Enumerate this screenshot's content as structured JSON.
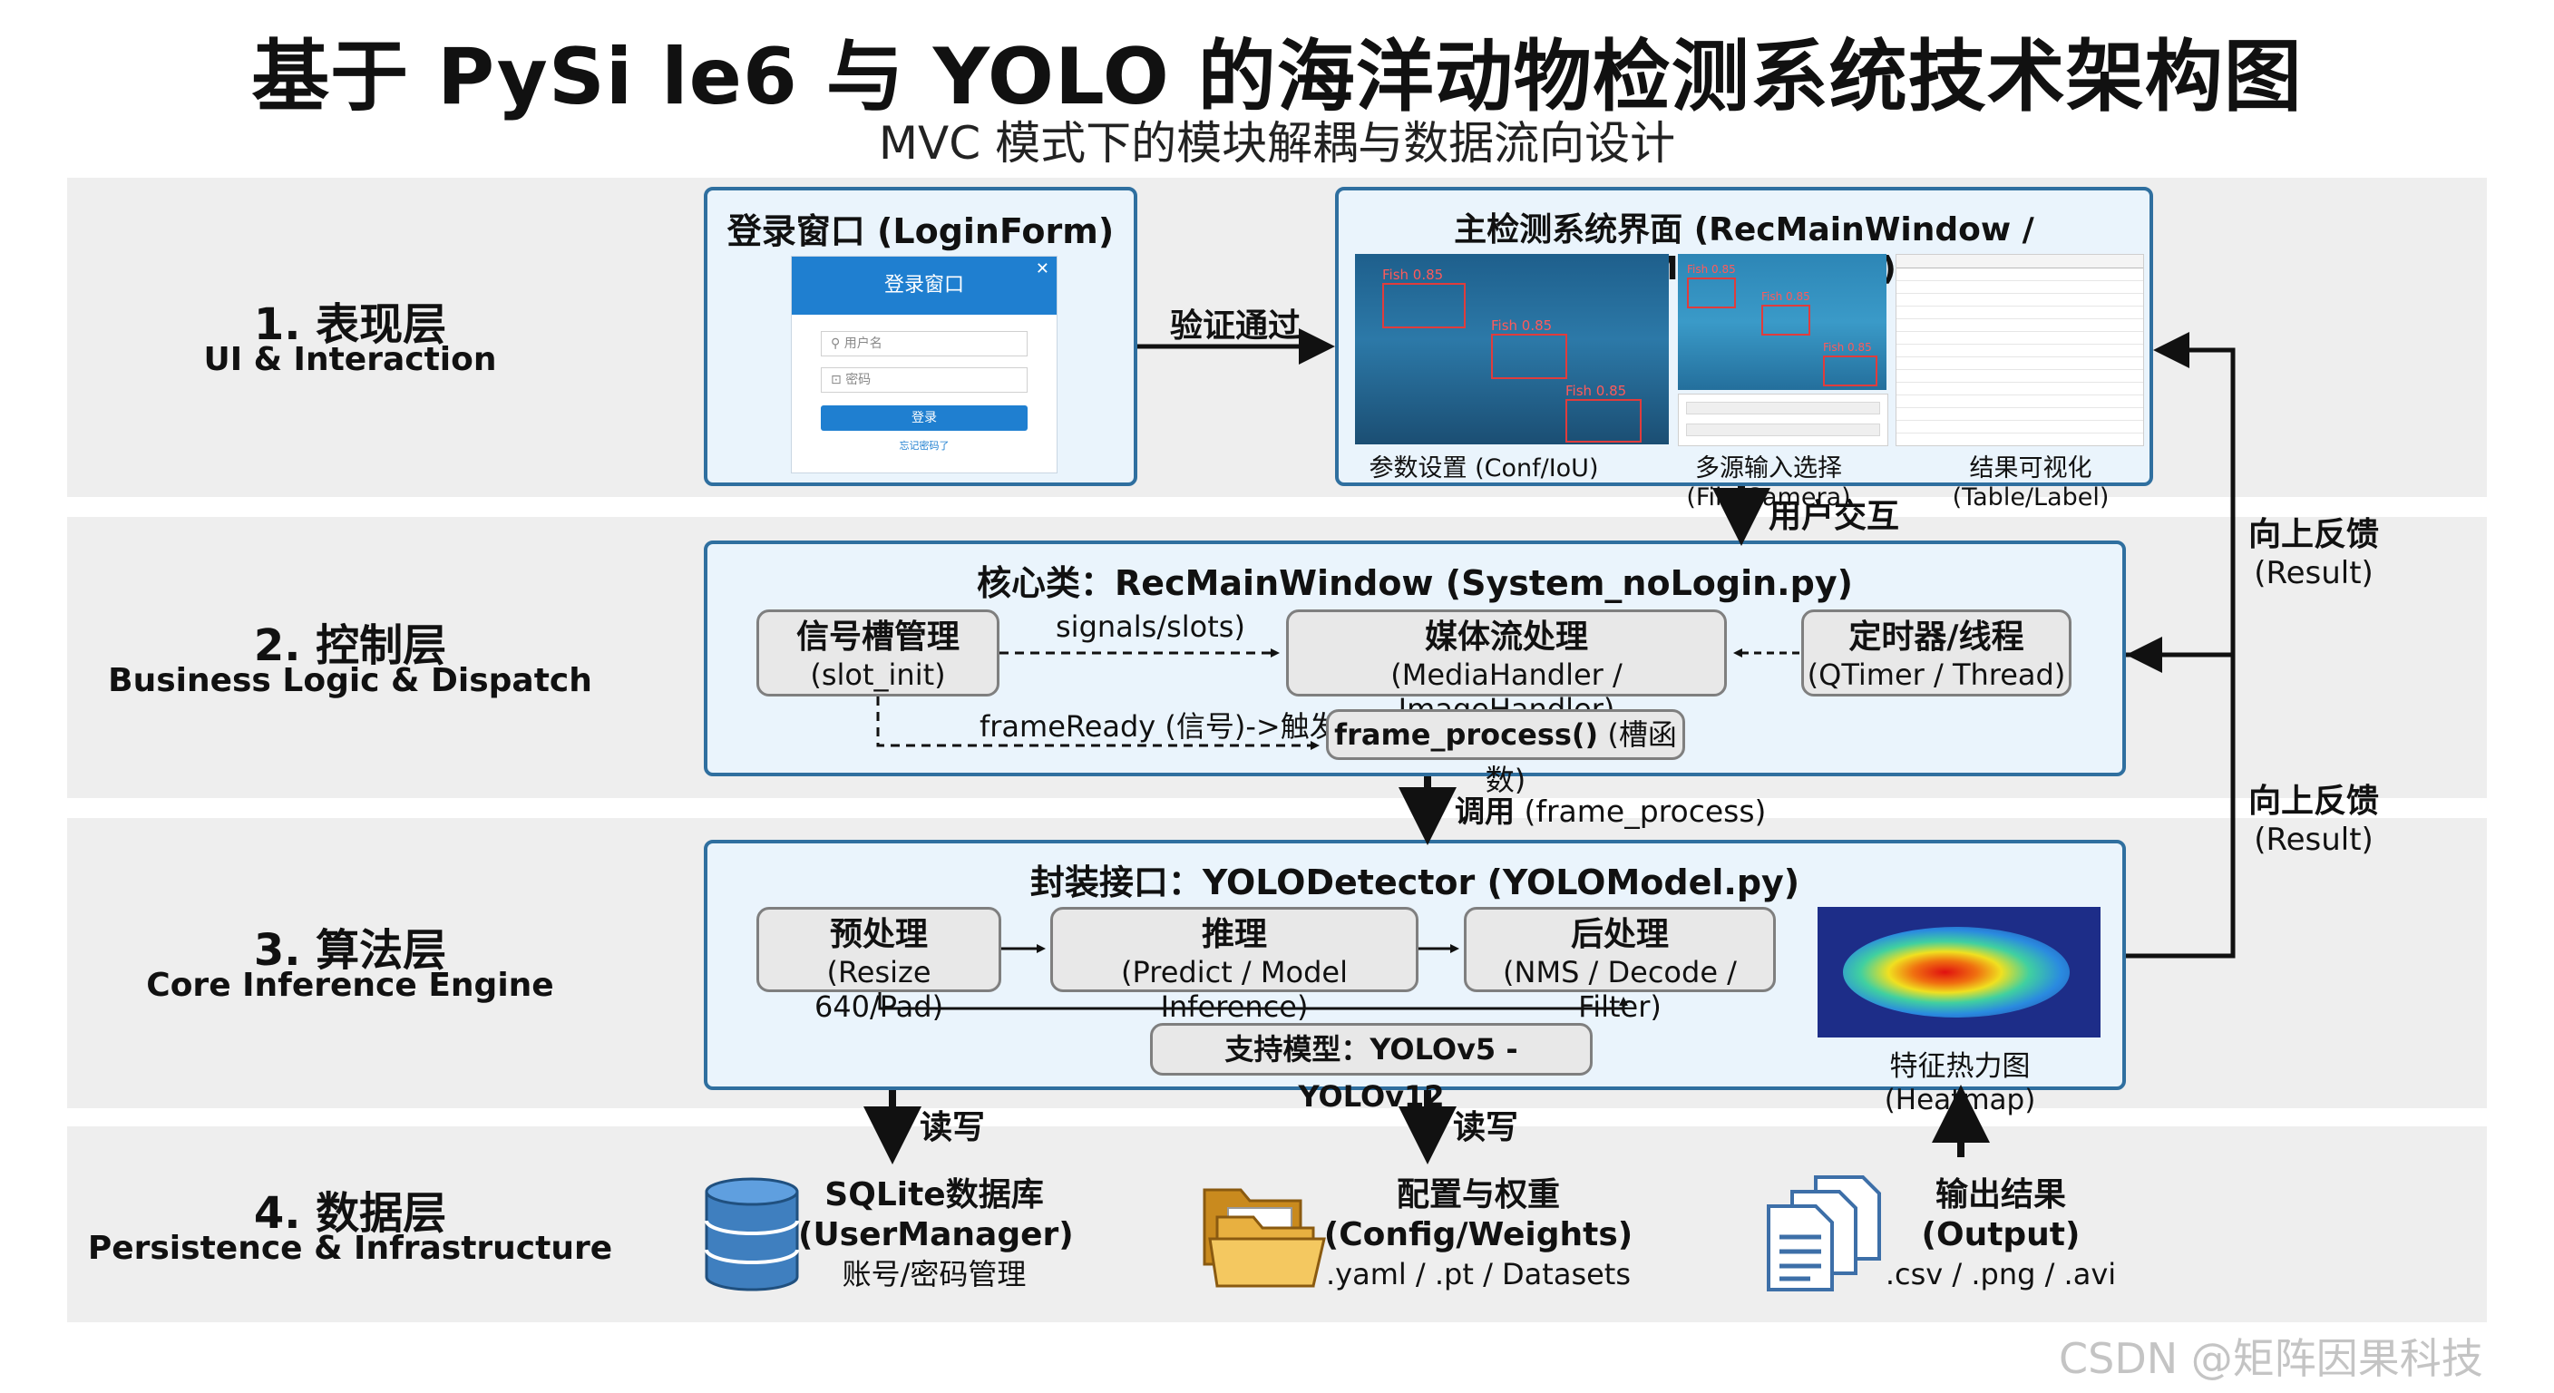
{
  "title": "基于 PySi le6 与 YOLO 的海洋动物检测系统技术架构图",
  "subtitle": "MVC 模式下的模块解耦与数据流向设计",
  "layers": [
    {
      "title": "1. 表现层",
      "subtitle": "UI & Interaction"
    },
    {
      "title": "2. 控制层",
      "subtitle": "Business Logic & Dispatch"
    },
    {
      "title": "3. 算法层",
      "subtitle": "Core Inference Engine"
    },
    {
      "title": "4. 数据层",
      "subtitle": "Persistence & Infrastructure"
    }
  ],
  "login_panel": {
    "title": "登录窗口 (LoginForm)",
    "window_title": "登录窗口",
    "username_placeholder": "用户名",
    "password_placeholder": "密码",
    "login_button": "登录",
    "forgot_link": "忘记密码了"
  },
  "main_panel": {
    "title": "主检测系统界面 (RecMainWindow / Ui_MainWindow)",
    "detections_left": [
      "Fish 0.85",
      "Fish 0.85",
      "Fish 0.85"
    ],
    "detections_right": [
      "Fish 0.85",
      "Fish 0.85",
      "Fish 0.85"
    ],
    "captions": [
      "参数设置 (Conf/IoU)",
      "多源输入选择 (File/Camera)",
      "结果可视化 (Table/Label)"
    ]
  },
  "arrows": {
    "verify": "验证通过",
    "user_interaction": "用户交互",
    "call_bold": "调用",
    "call_rest": "(frame_process)",
    "read_write_1": "读写",
    "read_write_2": "读写",
    "feedback_1_title": "向上反馈",
    "feedback_1_sub": "(Result)",
    "feedback_2_title": "向上反馈",
    "feedback_2_sub": "(Result)"
  },
  "control": {
    "title": "核心类：RecMainWindow (System_noLogin.py)",
    "signal_box": {
      "title": "信号槽管理",
      "sub": "(slot_init)"
    },
    "signals_label": "signals/slots)",
    "media_box": {
      "title": "媒体流处理",
      "sub": "(MediaHandler / ImageHandler)"
    },
    "timer_box": {
      "title": "定时器/线程",
      "sub": "(QTimer / Thread)"
    },
    "frame_ready_label": "frameReady (信号)->触发",
    "frame_process_bold": "frame_process()",
    "frame_process_rest": "(槽函数)"
  },
  "algorithm": {
    "title": "封装接口：YOLODetector (YOLOModel.py)",
    "pre": {
      "title": "预处理",
      "sub": "(Resize 640/Pad)"
    },
    "infer": {
      "title": "推理",
      "sub": "(Predict / Model Inference)"
    },
    "post": {
      "title": "后处理",
      "sub": "(NMS / Decode / Filter)"
    },
    "models": "支持模型：YOLOv5 - YOLOv12",
    "heatmap_label": "特征热力图 (Heatmap)"
  },
  "data": {
    "sqlite": {
      "title": "SQLite数据库",
      "sub": "(UserManager)",
      "desc": "账号/密码管理"
    },
    "config": {
      "title": "配置与权重",
      "sub": "(Config/Weights)",
      "desc": ".yaml / .pt / Datasets"
    },
    "output": {
      "title": "输出结果",
      "sub": "(Output)",
      "desc": ".csv / .png / .avi"
    }
  },
  "watermark": "CSDN @矩阵因果科技",
  "colors": {
    "accent": "#2f6f9f",
    "panel": "#eaf4fc",
    "band": "#eeeeee",
    "login_blue": "#1f7fd0"
  }
}
